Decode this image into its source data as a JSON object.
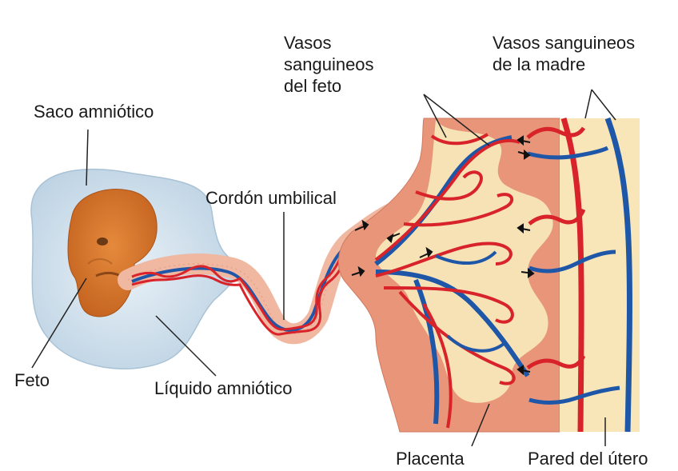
{
  "labels": {
    "saco_amniotico": "Saco amniótico",
    "feto": "Feto",
    "liquido_amniotico": "Líquido amniótico",
    "cordon_umbilical": "Cordón umbilical",
    "vasos_feto": [
      "Vasos",
      "sanguineos",
      "del feto"
    ],
    "vasos_madre": [
      "Vasos sanguineos",
      "de la madre"
    ],
    "placenta": "Placenta",
    "pared_utero": "Pared del útero"
  },
  "colors": {
    "amniotic_fluid": "#d3e3ef",
    "fetus": "#d9772c",
    "placenta_tissue": "#e8957a",
    "placenta_inner": "#f6e2b4",
    "uterine_wall": "#f8e6b8",
    "artery_red": "#d8232a",
    "vein_blue": "#1f57a8",
    "cord": "#f0b7a1"
  }
}
